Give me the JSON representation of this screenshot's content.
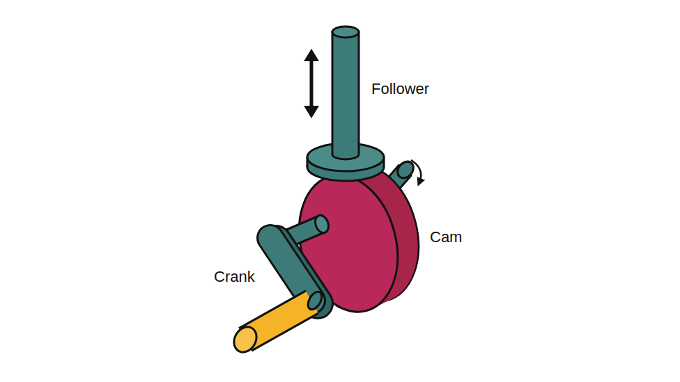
{
  "diagram": {
    "labels": [
      "Follower",
      "Cam",
      "Crank"
    ]
  }
}
